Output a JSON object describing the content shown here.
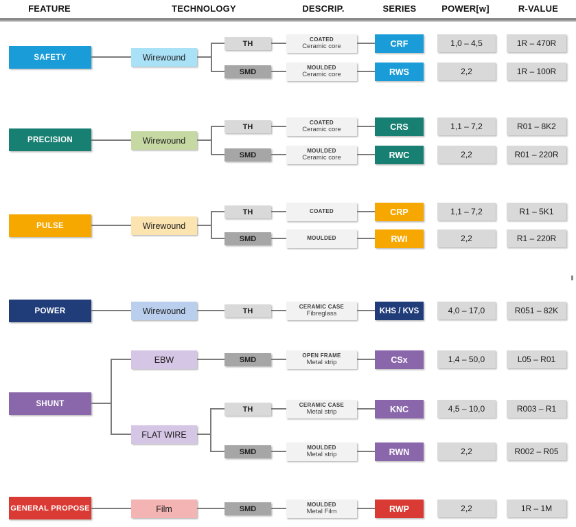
{
  "header": {
    "columns": [
      "FEATURE",
      "TECHNOLOGY",
      "DESCRIP.",
      "SERIES",
      "POWER[w]",
      "R-VALUE"
    ]
  },
  "palette": {
    "th": "#d9d9d9",
    "smd": "#a6a6a6",
    "descrip_bg": "#f2f2f2",
    "value_bg": "#d9d9d9",
    "line": "#7a7a7a"
  },
  "groups": [
    {
      "feature": {
        "label": "SAFETY",
        "color": "#1a9cd8"
      },
      "technologies": [
        {
          "label": "Wirewound",
          "color": "#a9e1f7"
        }
      ],
      "rows": [
        {
          "mount": "TH",
          "descrip_title": "COATED",
          "descrip_sub": "Ceramic core",
          "series": "CRF",
          "power": "1,0 – 4,5",
          "rvalue": "1R – 470R"
        },
        {
          "mount": "SMD",
          "descrip_title": "MOULDED",
          "descrip_sub": "Ceramic core",
          "series": "RWS",
          "power": "2,2",
          "rvalue": "1R – 100R"
        }
      ]
    },
    {
      "feature": {
        "label": "PRECISION",
        "color": "#188073"
      },
      "technologies": [
        {
          "label": "Wirewound",
          "color": "#c7d9a3"
        }
      ],
      "rows": [
        {
          "mount": "TH",
          "descrip_title": "COATED",
          "descrip_sub": "Ceramic core",
          "series": "CRS",
          "power": "1,1 – 7,2",
          "rvalue": "R01 – 8K2"
        },
        {
          "mount": "SMD",
          "descrip_title": "MOULDED",
          "descrip_sub": "Ceramic core",
          "series": "RWC",
          "power": "2,2",
          "rvalue": "R01 – 220R"
        }
      ]
    },
    {
      "feature": {
        "label": "PULSE",
        "color": "#f6a800"
      },
      "technologies": [
        {
          "label": "Wirewound",
          "color": "#fce4b0"
        }
      ],
      "rows": [
        {
          "mount": "TH",
          "descrip_title": "COATED",
          "descrip_sub": "",
          "series": "CRP",
          "power": "1,1 – 7,2",
          "rvalue": "R1 – 5K1"
        },
        {
          "mount": "SMD",
          "descrip_title": "MOULDED",
          "descrip_sub": "",
          "series": "RWI",
          "power": "2,2",
          "rvalue": "R1 – 220R"
        }
      ]
    },
    {
      "feature": {
        "label": "POWER",
        "color": "#203d7a"
      },
      "technologies": [
        {
          "label": "Wirewound",
          "color": "#bacfee"
        }
      ],
      "rows": [
        {
          "mount": "TH",
          "descrip_title": "CERAMIC CASE",
          "descrip_sub": "Fibreglass",
          "series": "KHS / KVS",
          "power": "4,0 – 17,0",
          "rvalue": "R051 – 82K"
        }
      ]
    },
    {
      "feature": {
        "label": "SHUNT",
        "color": "#8a67ab"
      },
      "technologies": [
        {
          "label": "EBW",
          "color": "#d6c6e6"
        },
        {
          "label": "FLAT WIRE",
          "color": "#d6c6e6"
        }
      ],
      "rows": [
        {
          "mount": "SMD",
          "descrip_title": "OPEN FRAME",
          "descrip_sub": "Metal strip",
          "series": "CSx",
          "power": "1,4 – 50,0",
          "rvalue": "L05 – R01"
        },
        {
          "mount": "TH",
          "descrip_title": "CERAMIC CASE",
          "descrip_sub": "Metal strip",
          "series": "KNC",
          "power": "4,5 – 10,0",
          "rvalue": "R003 – R1"
        },
        {
          "mount": "SMD",
          "descrip_title": "MOULDED",
          "descrip_sub": "Metal strip",
          "series": "RWN",
          "power": "2,2",
          "rvalue": "R002 – R05"
        }
      ]
    },
    {
      "feature": {
        "label": "GENERAL PROPOSE",
        "color": "#d93a33"
      },
      "technologies": [
        {
          "label": "Film",
          "color": "#f3b4b3"
        }
      ],
      "rows": [
        {
          "mount": "SMD",
          "descrip_title": "MOULDED",
          "descrip_sub": "Metal Film",
          "series": "RWP",
          "power": "2,2",
          "rvalue": "1R – 1M"
        }
      ]
    }
  ]
}
